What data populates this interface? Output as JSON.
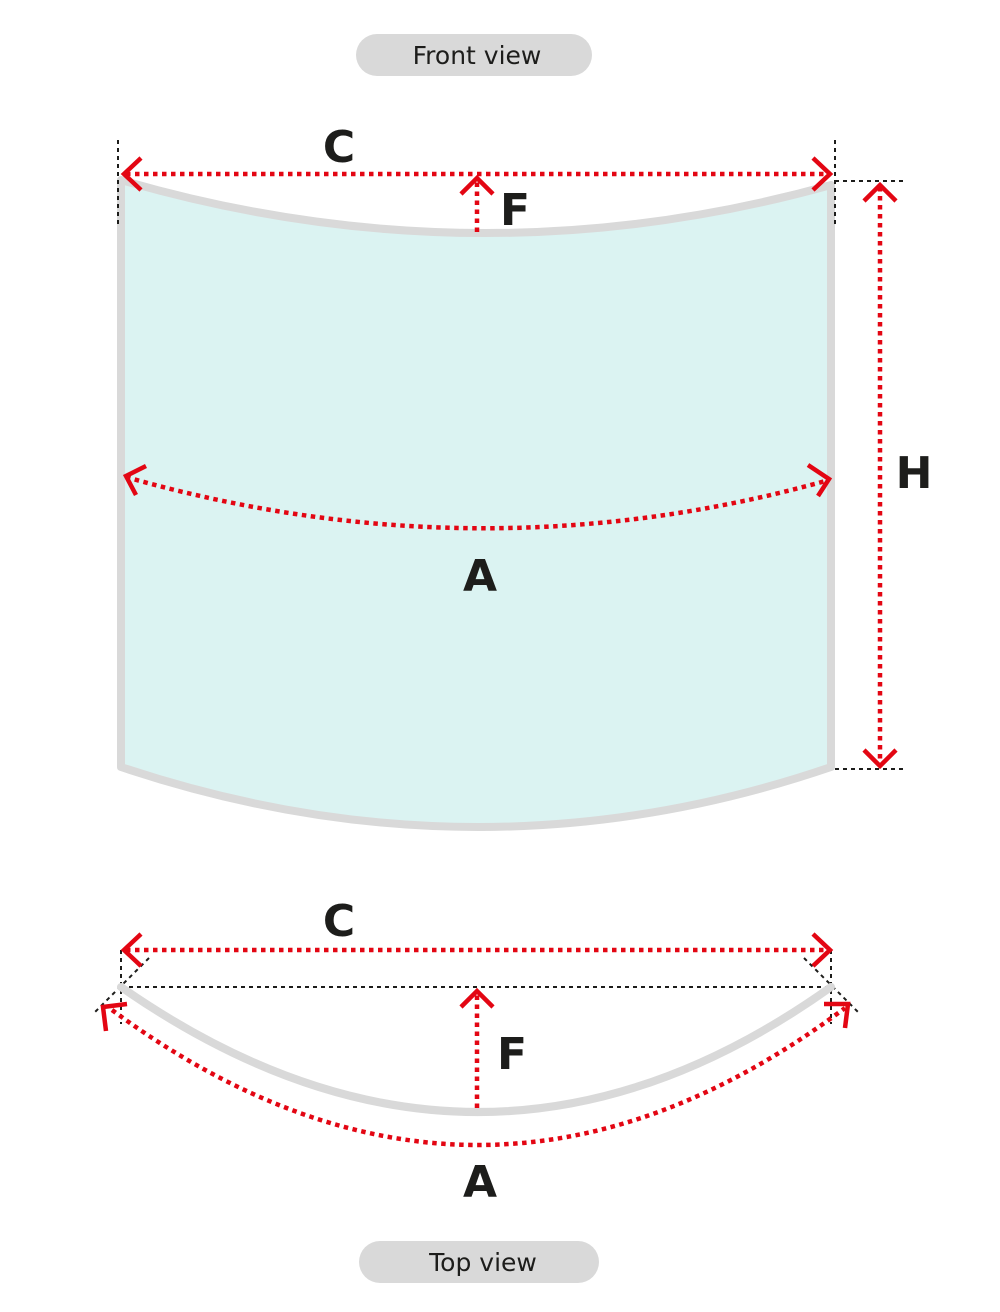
{
  "views": {
    "front_label": "Front view",
    "top_label": "Top view"
  },
  "dimensions": {
    "front": {
      "chord": "C",
      "rise": "F",
      "height": "H",
      "arc": "A"
    },
    "top": {
      "chord": "C",
      "rise": "F",
      "arc": "A"
    }
  },
  "colors": {
    "accent": "#e30613",
    "glass": "#dbf3f2",
    "frame": "#d9d9d9",
    "guide": "#1d1d1b"
  }
}
